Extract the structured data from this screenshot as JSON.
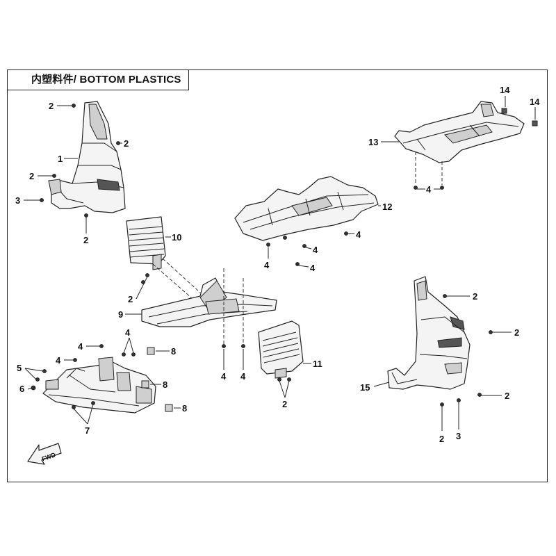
{
  "title": "内塑料件/ BOTTOM PLASTICS",
  "fwd_label": "FWD",
  "callouts": {
    "c1": "1",
    "c2a": "2",
    "c2b": "2",
    "c2c": "2",
    "c2d": "2",
    "c3a": "3",
    "c10": "10",
    "c2e": "2",
    "c9": "9",
    "c4a": "4",
    "c4b": "4",
    "c8a": "8",
    "c4c": "4",
    "c8b": "8",
    "c8c": "8",
    "c5": "5",
    "c6": "6",
    "c7": "7",
    "c4d": "4",
    "c4e": "4",
    "c11": "11",
    "c2f": "2",
    "c12": "12",
    "c4f": "4",
    "c4g": "4",
    "c4h": "4",
    "c4i": "4",
    "c13": "13",
    "c14a": "14",
    "c14b": "14",
    "c4j": "4",
    "c2g": "2",
    "c2h": "2",
    "c15": "15",
    "c2i": "2",
    "c2j": "2",
    "c3b": "3"
  }
}
